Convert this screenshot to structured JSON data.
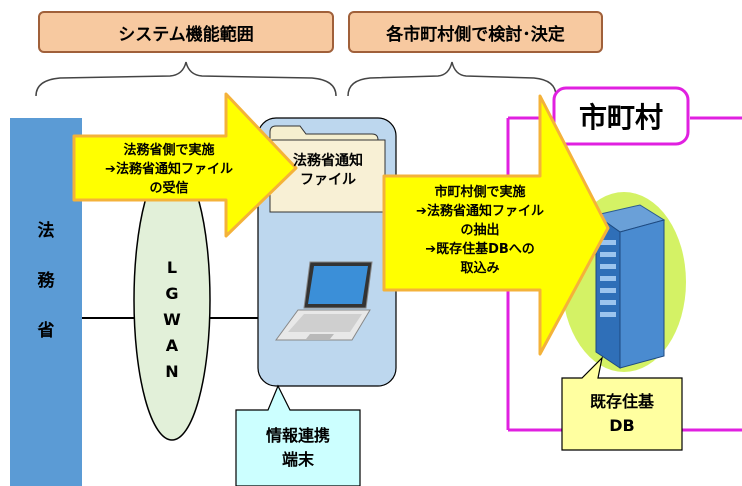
{
  "headers": {
    "scope": "システム機能範囲",
    "decision": "各市町村側で検討･決定"
  },
  "moj": {
    "chars": [
      "法",
      "務",
      "省"
    ]
  },
  "lgwan": {
    "letters": [
      "L",
      "G",
      "W",
      "A",
      "N"
    ]
  },
  "arrow1": {
    "lines": [
      "法務省側で実施",
      "➔法務省通知ファイル",
      "の受信"
    ]
  },
  "notice_file": {
    "lines": [
      "法務省通知",
      "ファイル"
    ]
  },
  "arrow2": {
    "lines": [
      "市町村側で実施",
      "➔法務省通知ファイル",
      "の抽出",
      "➔既存住基DBへの",
      "取込み"
    ]
  },
  "municipality": {
    "label": "市町村"
  },
  "terminal_callout": {
    "lines": [
      "情報連携",
      "端末"
    ]
  },
  "db_callout": {
    "lines": [
      "既存住基",
      "DB"
    ]
  },
  "colors": {
    "moj_blue": "#5b9bd5",
    "lgwan_green": "#e2f0d9",
    "arrow_yellow": "#ffff00",
    "arrow_orange": "#f4b23a",
    "terminal_blue": "#bdd7ee",
    "municipality_magenta": "#e020e0",
    "callout_cyan": "#ccffff",
    "db_callout_yellow": "#ffffa0"
  }
}
